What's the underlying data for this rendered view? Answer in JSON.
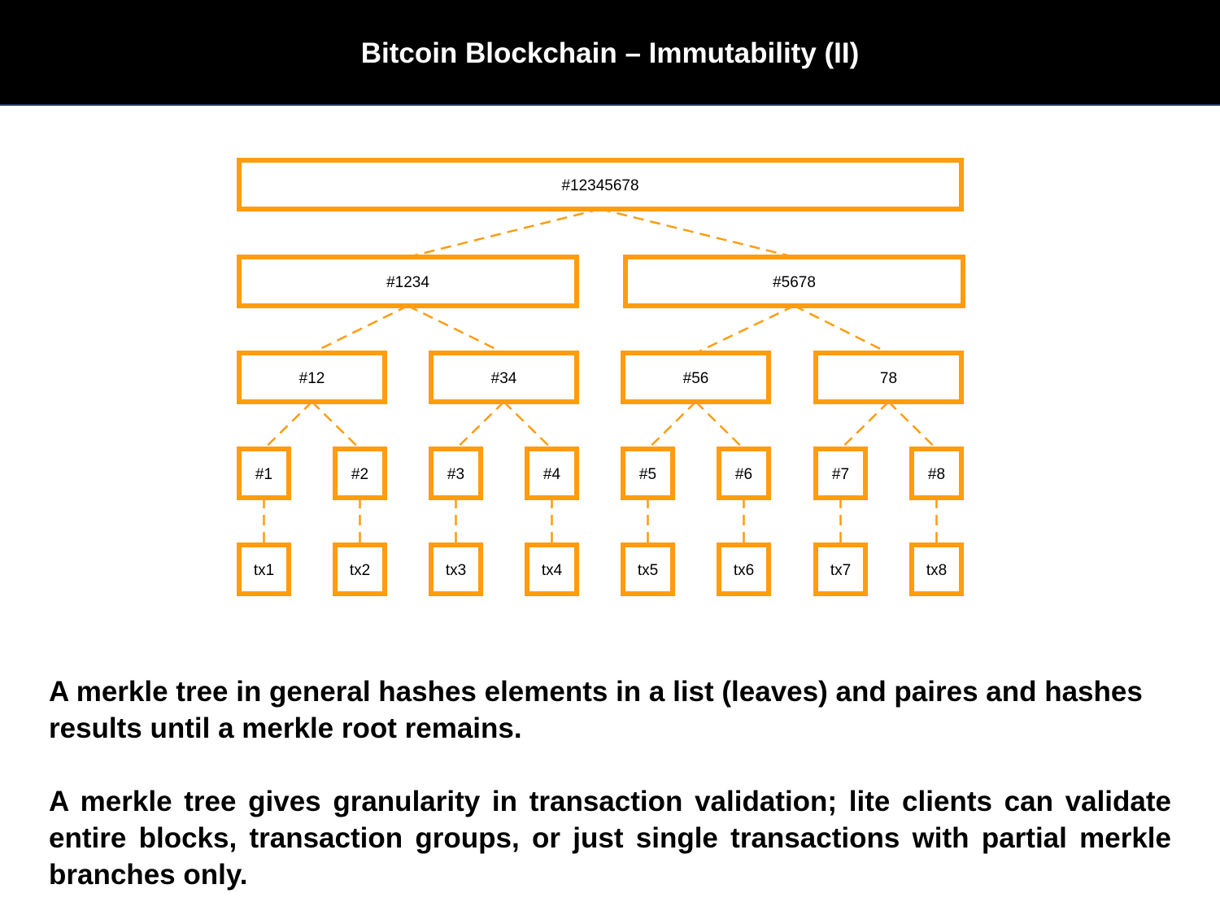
{
  "slide": {
    "title": "Bitcoin Blockchain – Immutability (II)"
  },
  "diagram": {
    "accent_color": "#ff9c0f",
    "root": "#12345678",
    "level1": [
      "#1234",
      "#5678"
    ],
    "level2": [
      "#12",
      "#34",
      "#56",
      "78"
    ],
    "level3": [
      "#1",
      "#2",
      "#3",
      "#4",
      "#5",
      "#6",
      "#7",
      "#8"
    ],
    "transactions": [
      "tx1",
      "tx2",
      "tx3",
      "tx4",
      "tx5",
      "tx6",
      "tx7",
      "tx8"
    ]
  },
  "body": {
    "paragraph1": "A merkle tree in general hashes elements in a list (leaves) and paires and hashes results until a merkle root remains.",
    "paragraph2": "A merkle tree gives granularity in transaction validation; lite clients can validate entire blocks, transaction groups, or just single transactions with partial merkle branches only."
  }
}
